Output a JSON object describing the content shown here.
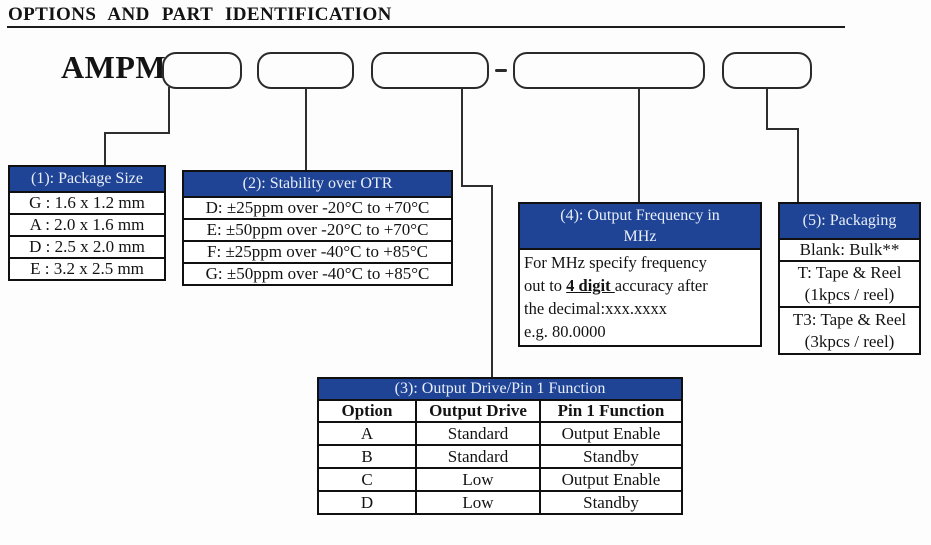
{
  "title": "OPTIONS AND PART IDENTIFICATION",
  "part_prefix": "AMPM",
  "separator": "-",
  "colors": {
    "header_bg": "#1F4496",
    "header_text": "#E9EEF8",
    "line": "#2e2e2e"
  },
  "tables": {
    "package": {
      "header": "(1): Package Size",
      "rows": [
        "G : 1.6 x 1.2 mm",
        "A : 2.0 x 1.6 mm",
        "D : 2.5 x 2.0 mm",
        "E : 3.2 x 2.5 mm"
      ]
    },
    "stability": {
      "header": "(2): Stability over OTR",
      "rows": [
        "D: ±25ppm over -20°C to +70°C",
        "E: ±50ppm over -20°C to +70°C",
        "F: ±25ppm over -40°C to +85°C",
        "G: ±50ppm over -40°C to +85°C"
      ]
    },
    "drive": {
      "header": "(3): Output Drive/Pin 1 Function",
      "columns": [
        "Option",
        "Output Drive",
        "Pin 1 Function"
      ],
      "rows": [
        [
          "A",
          "Standard",
          "Output Enable"
        ],
        [
          "B",
          "Standard",
          "Standby"
        ],
        [
          "C",
          "Low",
          "Output Enable"
        ],
        [
          "D",
          "Low",
          "Standby"
        ]
      ]
    },
    "frequency": {
      "header_line1": "(4): Output Frequency in",
      "header_line2": "MHz",
      "body": {
        "l1": "For MHz specify frequency",
        "l2_pre": "out to ",
        "l2_em": "4 digit ",
        "l2_post": "accuracy after",
        "l3": "the decimal:xxx.xxxx",
        "l4": "e.g. 80.0000"
      }
    },
    "packaging": {
      "header": "(5): Packaging",
      "rows": [
        {
          "l1": "Blank: Bulk**"
        },
        {
          "l1": "T: Tape & Reel",
          "l2": "(1kpcs / reel)"
        },
        {
          "l1": "T3: Tape & Reel",
          "l2": "(3kpcs / reel)"
        }
      ]
    }
  }
}
